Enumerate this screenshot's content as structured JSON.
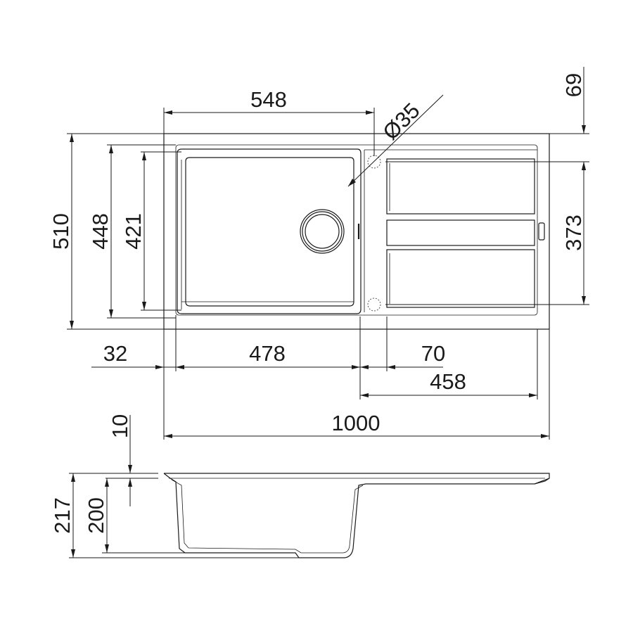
{
  "dimensions": {
    "d548": "548",
    "d35": "Ø35",
    "d69": "69",
    "d510": "510",
    "d448": "448",
    "d421": "421",
    "d373": "373",
    "d32": "32",
    "d478": "478",
    "d70": "70",
    "d458": "458",
    "d1000": "1000",
    "d10": "10",
    "d217": "217",
    "d200": "200"
  }
}
